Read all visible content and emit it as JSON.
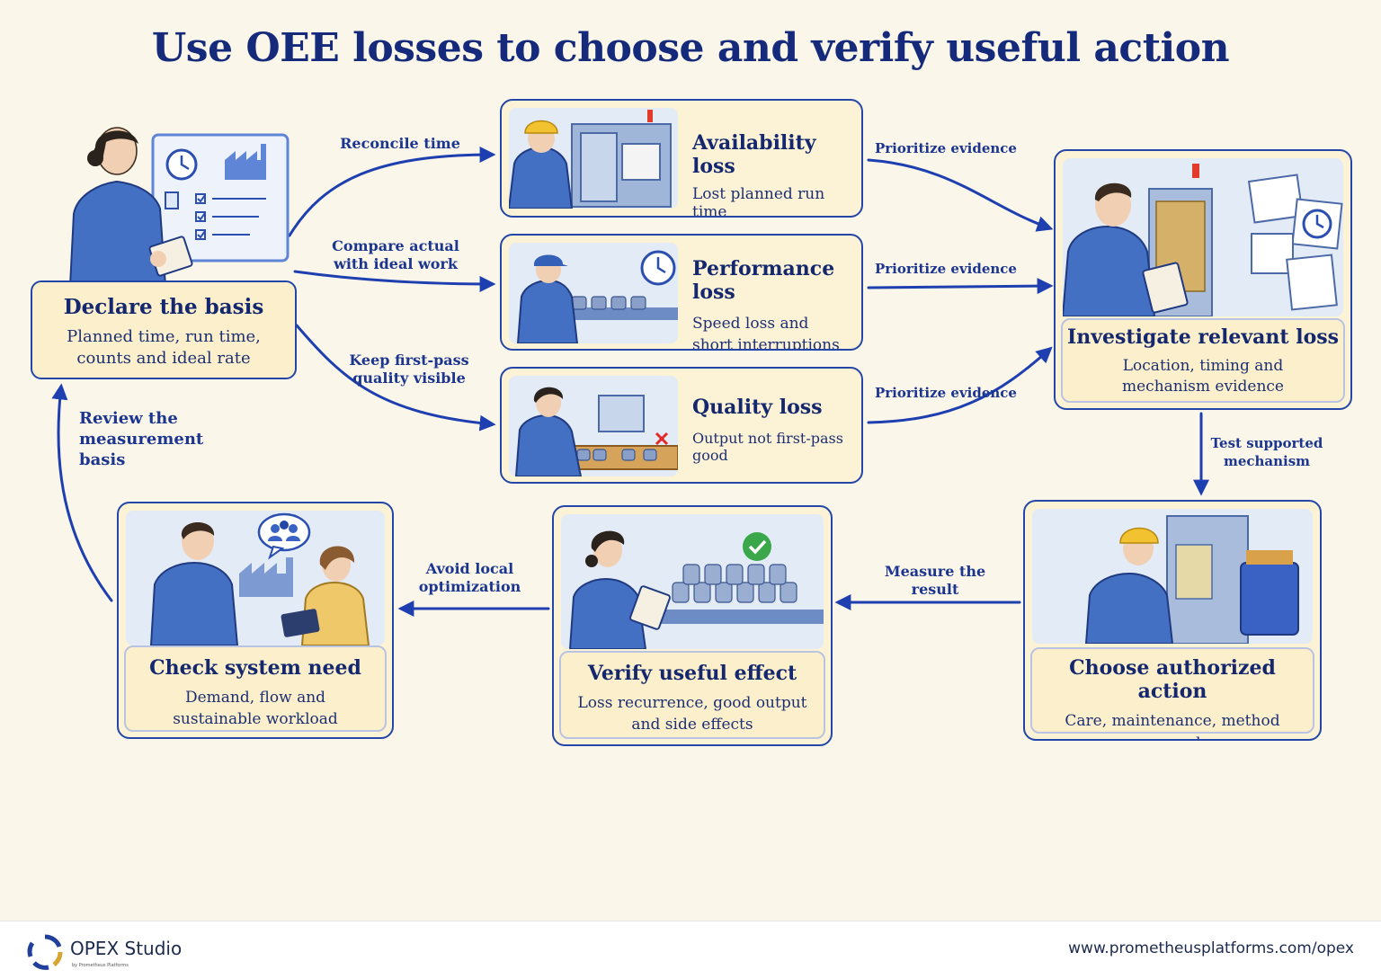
{
  "title": "Use OEE losses to choose and verify useful action",
  "nodes": {
    "declare": {
      "title": "Declare the basis",
      "line1": "Planned time, run time,",
      "line2": "counts and ideal rate"
    },
    "availability": {
      "title": "Availability loss",
      "line1": "Lost planned run time"
    },
    "performance": {
      "title": "Performance loss",
      "line1": "Speed loss and",
      "line2": "short interruptions"
    },
    "quality": {
      "title": "Quality loss",
      "line1": "Output not first-pass good"
    },
    "investigate": {
      "title": "Investigate relevant loss",
      "line1": "Location, timing and",
      "line2": "mechanism evidence"
    },
    "choose": {
      "title": "Choose authorized action",
      "line1": "Care, maintenance, method",
      "line2": "or process change"
    },
    "verify": {
      "title": "Verify useful effect",
      "line1": "Loss recurrence, good output",
      "line2": "and side effects"
    },
    "check": {
      "title": "Check system need",
      "line1": "Demand, flow and",
      "line2": "sustainable workload"
    }
  },
  "edges": {
    "reconcile": "Reconcile time",
    "compare_1": "Compare actual",
    "compare_2": "with ideal work",
    "keep_1": "Keep first-pass",
    "keep_2": "quality visible",
    "prioritize_1": "Prioritize evidence",
    "prioritize_2": "Prioritize evidence",
    "prioritize_3": "Prioritize evidence",
    "test_1": "Test supported",
    "test_2": "mechanism",
    "measure": "Measure the result",
    "avoid_1": "Avoid local",
    "avoid_2": "optimization",
    "review_1": "Review the",
    "review_2": "measurement",
    "review_3": "basis"
  },
  "footer": {
    "brand": "OPEX Studio",
    "brand_sub": "by Prometheus Platforms",
    "url": "www.prometheusplatforms.com/opex"
  },
  "colors": {
    "background": "#faf6e9",
    "accent": "#2346a8",
    "card_fill": "#fcf3d6",
    "title": "#152a7a"
  },
  "icons": [
    "clock-icon",
    "factory-icon",
    "checklist-icon",
    "red-x-icon",
    "green-check-icon",
    "team-chat-icon",
    "opex-logo-icon"
  ]
}
